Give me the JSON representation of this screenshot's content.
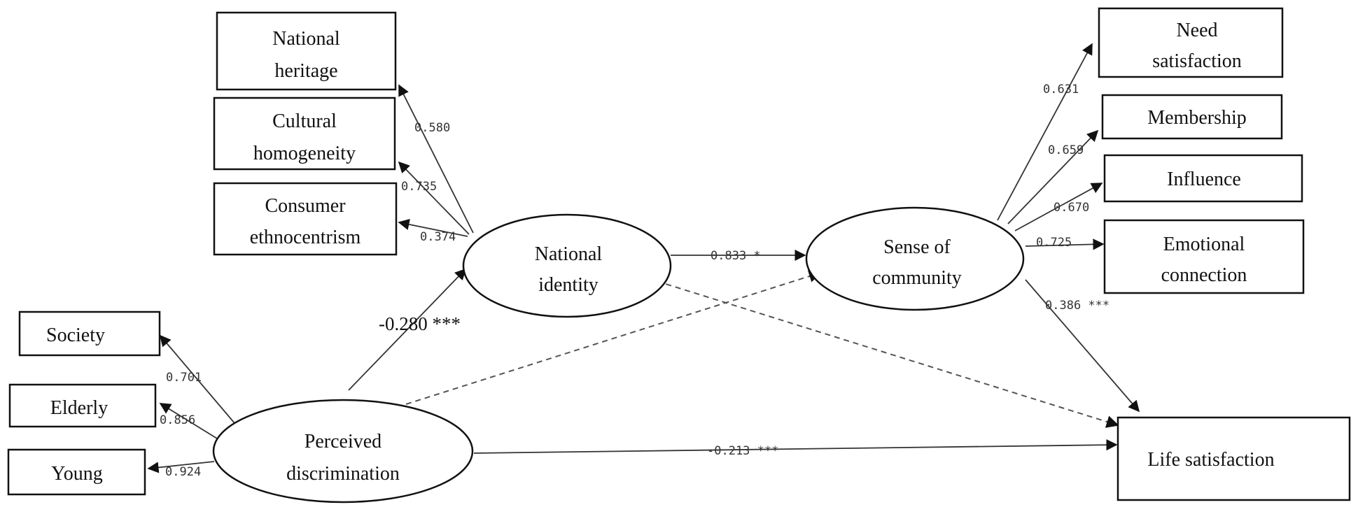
{
  "indicators": {
    "national_heritage": [
      "National",
      "heritage"
    ],
    "cultural_homogeneity": [
      "Cultural",
      "homogeneity"
    ],
    "consumer_ethnocentrism": [
      "Consumer",
      "ethnocentrism"
    ],
    "society": [
      "Society"
    ],
    "elderly": [
      "Elderly"
    ],
    "young": [
      "Young"
    ],
    "need_satisfaction": [
      "Need",
      "satisfaction"
    ],
    "membership": [
      "Membership"
    ],
    "influence": [
      "Influence"
    ],
    "emotional_connection": [
      "Emotional",
      "connection"
    ]
  },
  "latents": {
    "national_identity": [
      "National",
      "identity"
    ],
    "perceived_discrimination": [
      "Perceived",
      "discrimination"
    ],
    "sense_of_community": [
      "Sense of",
      "community"
    ]
  },
  "outcome": {
    "life_satisfaction": [
      "Life satisfaction"
    ]
  },
  "loadings": {
    "national_heritage": "0.580",
    "cultural_homogeneity": "0.735",
    "consumer_ethnocentrism": "0.374",
    "society": "0.701",
    "elderly": "0.856",
    "young": "0.924",
    "need_satisfaction": "0.631",
    "membership": "0.659",
    "influence": "0.670",
    "emotional_connection": "0.725"
  },
  "paths": {
    "pd_to_ni": "-0.280 ***",
    "ni_to_soc": "0.833 *",
    "soc_to_ls": "0.386 ***",
    "pd_to_ls": "-0.213 ***"
  }
}
